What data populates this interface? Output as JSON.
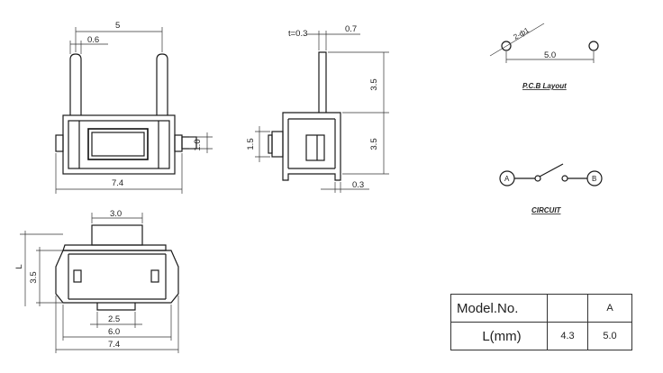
{
  "front_view": {
    "dim_width_top": "5",
    "dim_pin": "0.6",
    "dim_body_width": "7.4",
    "dim_button_height": "1.0"
  },
  "side_view": {
    "dim_thickness": "t=0.3",
    "dim_pin_width": "0.7",
    "dim_pin_height": "3.5",
    "dim_body_height": "3.5",
    "dim_actuator": "1.5",
    "dim_bottom": "0.3"
  },
  "top_view": {
    "dim_actuator_width": "3.0",
    "dim_height_L": "L",
    "dim_height": "3.5",
    "dim_inner": "2.5",
    "dim_base": "6.0",
    "dim_overall": "7.4"
  },
  "pcb_layout": {
    "dim_hole": "2-ф1",
    "dim_pitch": "5.0",
    "label": "P.C.B Layout"
  },
  "circuit": {
    "terminal_a": "A",
    "terminal_b": "B",
    "label": "CIRCUIT"
  },
  "table": {
    "header_model": "Model.No.",
    "header_col2": "",
    "header_col3": "A",
    "row_label": "L(mm)",
    "row_val1": "4.3",
    "row_val2": "5.0"
  }
}
